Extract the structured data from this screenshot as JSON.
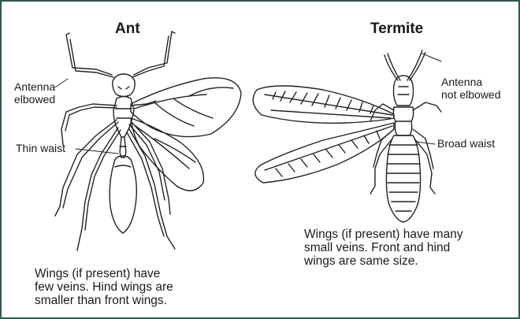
{
  "ant": {
    "title": "Ant",
    "antenna_label": "Antenna\nelbowed",
    "waist_label": "Thin waist",
    "caption": "Wings (if present) have\nfew veins. Hind wings are\nsmaller than front wings."
  },
  "termite": {
    "title": "Termite",
    "antenna_label": "Antenna\nnot elbowed",
    "waist_label": "Broad waist",
    "caption": "Wings (if present) have many\nsmall veins. Front and hind\nwings are same size."
  },
  "colors": {
    "border": "#2f5a4a",
    "ink": "#1a1a1a"
  }
}
